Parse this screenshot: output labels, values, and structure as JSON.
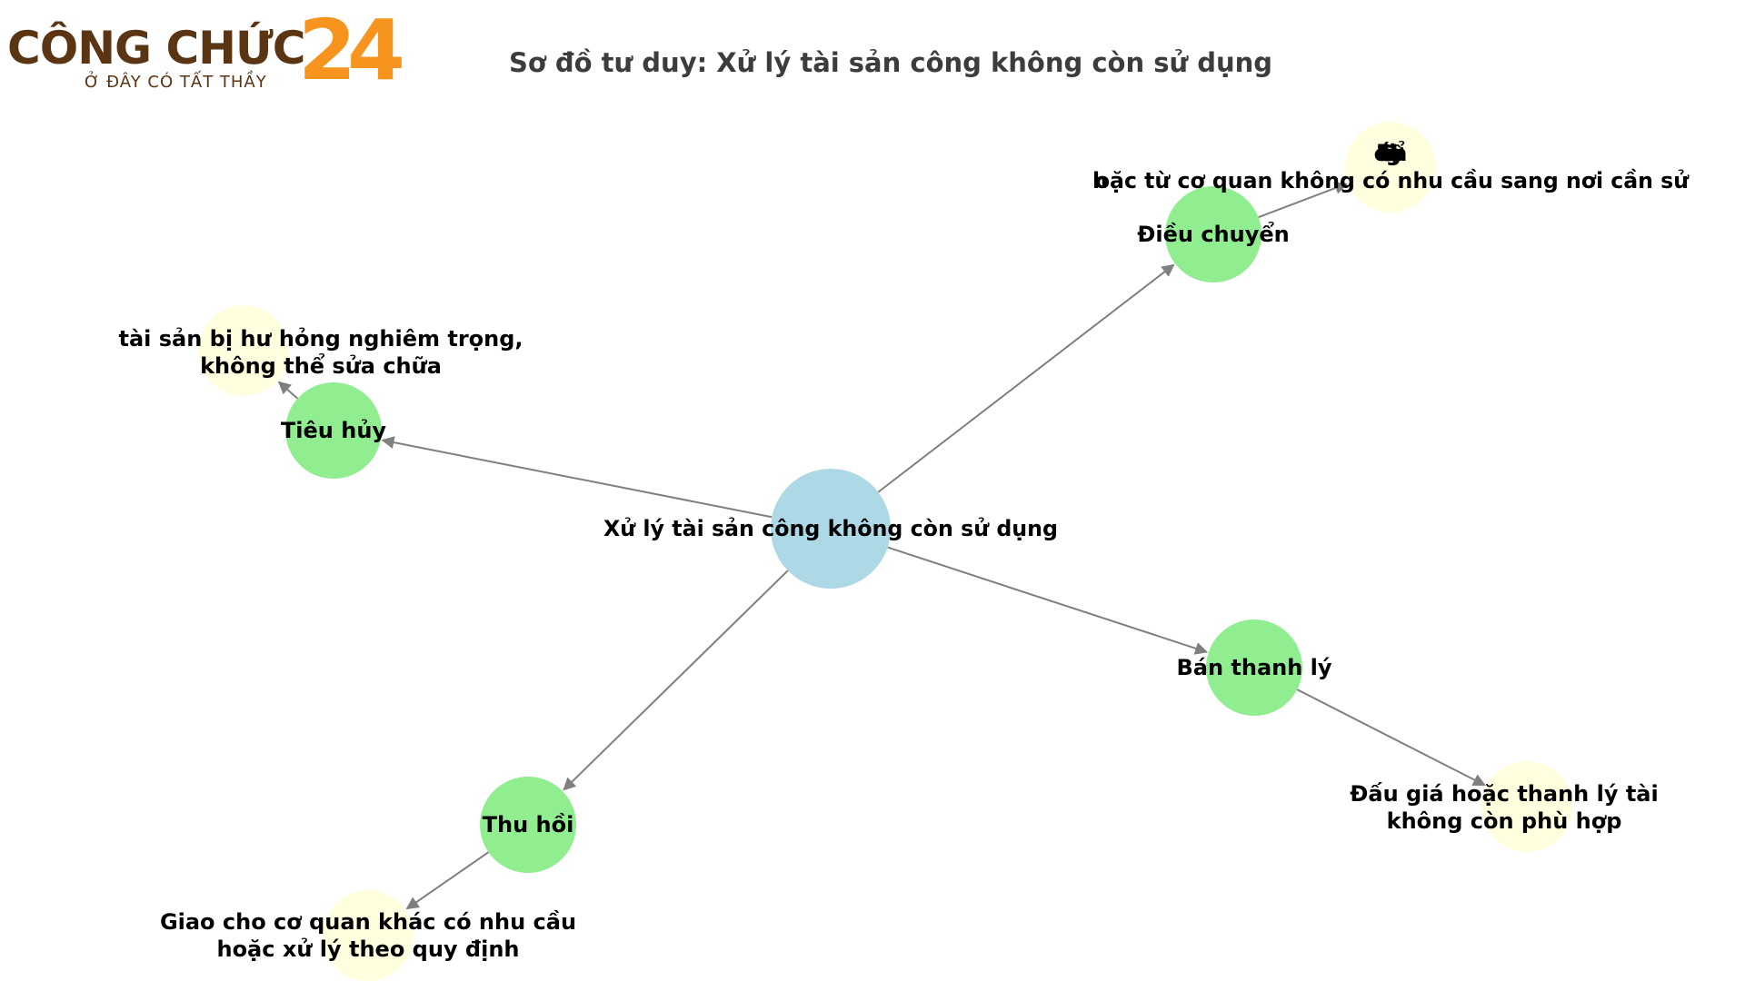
{
  "logo": {
    "brand": "CÔNG CHỨC",
    "number": "24",
    "tagline": "Ở ĐÂY CÓ TẤT THẦY",
    "brand_color": "#5a3413",
    "accent_color": "#f7941d"
  },
  "title": "Sơ đồ tư duy: Xử lý tài sản công không còn sử dụng",
  "nodes": {
    "root": {
      "lines": [
        "Xử lý tài sản công không còn sử dụng"
      ],
      "color": "#add8e6"
    },
    "dieu_chuyen": {
      "lines": [
        "Điều chuyển"
      ],
      "color": "#90ee90"
    },
    "tieu_huy": {
      "lines": [
        "Tiêu hủy"
      ],
      "color": "#90ee90"
    },
    "ban_thanh_ly": {
      "lines": [
        "Bán thanh lý"
      ],
      "color": "#90ee90"
    },
    "thu_hoi": {
      "lines": [
        "Thu hồi"
      ],
      "color": "#90ee90"
    },
    "leaf_dieu_chuyen": {
      "lines": [
        "Chuyển từ nơi thừa sang nơi thiếu",
        "hoặc từ cơ quan không có nhu cầu sang nơi cần sử"
      ],
      "color": "#ffffe0"
    },
    "leaf_tieu_huy": {
      "lines": [
        "tài sản bị hư hỏng nghiêm trọng,",
        "không thể sửa chữa"
      ],
      "color": "#ffffe0"
    },
    "leaf_ban_thanh_ly": {
      "lines": [
        "Đấu giá hoặc thanh lý tài",
        "không còn phù hợp"
      ],
      "color": "#ffffe0"
    },
    "leaf_thu_hoi": {
      "lines": [
        "Giao cho cơ quan khác có nhu cầu",
        "hoặc xử lý theo quy định"
      ],
      "color": "#ffffe0"
    }
  },
  "edges": [
    {
      "from": "root",
      "to": "dieu_chuyen"
    },
    {
      "from": "root",
      "to": "tieu_huy"
    },
    {
      "from": "root",
      "to": "ban_thanh_ly"
    },
    {
      "from": "root",
      "to": "thu_hoi"
    },
    {
      "from": "dieu_chuyen",
      "to": "leaf_dieu_chuyen"
    },
    {
      "from": "tieu_huy",
      "to": "leaf_tieu_huy"
    },
    {
      "from": "ban_thanh_ly",
      "to": "leaf_ban_thanh_ly"
    },
    {
      "from": "thu_hoi",
      "to": "leaf_thu_hoi"
    }
  ]
}
